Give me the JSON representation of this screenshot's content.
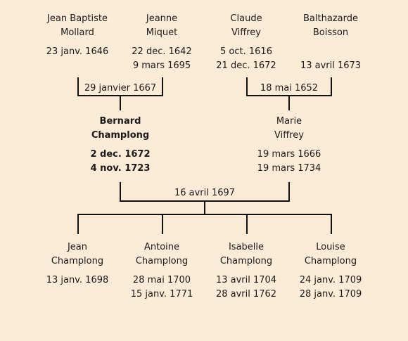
{
  "grandparents": [
    {
      "first": "Jean Baptiste",
      "last": "Mollard",
      "birth": "23 janv. 1646",
      "death": ""
    },
    {
      "first": "Jeanne",
      "last": "Miquet",
      "birth": "22 dec. 1642",
      "death": "9 mars 1695"
    },
    {
      "first": "Claude",
      "last": "Viffrey",
      "birth": "5 oct. 1616",
      "death": "21 dec. 1672"
    },
    {
      "first": "Balthazarde",
      "last": "Boisson",
      "birth": "",
      "death": "13 avril 1673"
    }
  ],
  "parents": [
    {
      "first": "Bernard",
      "last": "Champlong",
      "birth": "2 dec. 1672",
      "death": "4 nov. 1723"
    },
    {
      "first": "Marie",
      "last": "Viffrey",
      "birth": "19 mars 1666",
      "death": "19 mars 1734"
    }
  ],
  "children": [
    {
      "first": "Jean",
      "last": "Champlong",
      "birth": "13 janv. 1698",
      "death": ""
    },
    {
      "first": "Antoine",
      "last": "Champlong",
      "birth": "28 mai 1700",
      "death": "15 janv. 1771"
    },
    {
      "first": "Isabelle",
      "last": "Champlong",
      "birth": "13 avril 1704",
      "death": "28 avril 1762"
    },
    {
      "first": "Louise",
      "last": "Champlong",
      "birth": "24 janv. 1709",
      "death": "28 janv. 1709"
    }
  ],
  "marriages": {
    "paternal": "29 janvier 1667",
    "maternal": "18 mai 1652",
    "parents": "16 avril 1697"
  },
  "colors": {
    "background": "#fcebd7",
    "line": "#111111"
  }
}
